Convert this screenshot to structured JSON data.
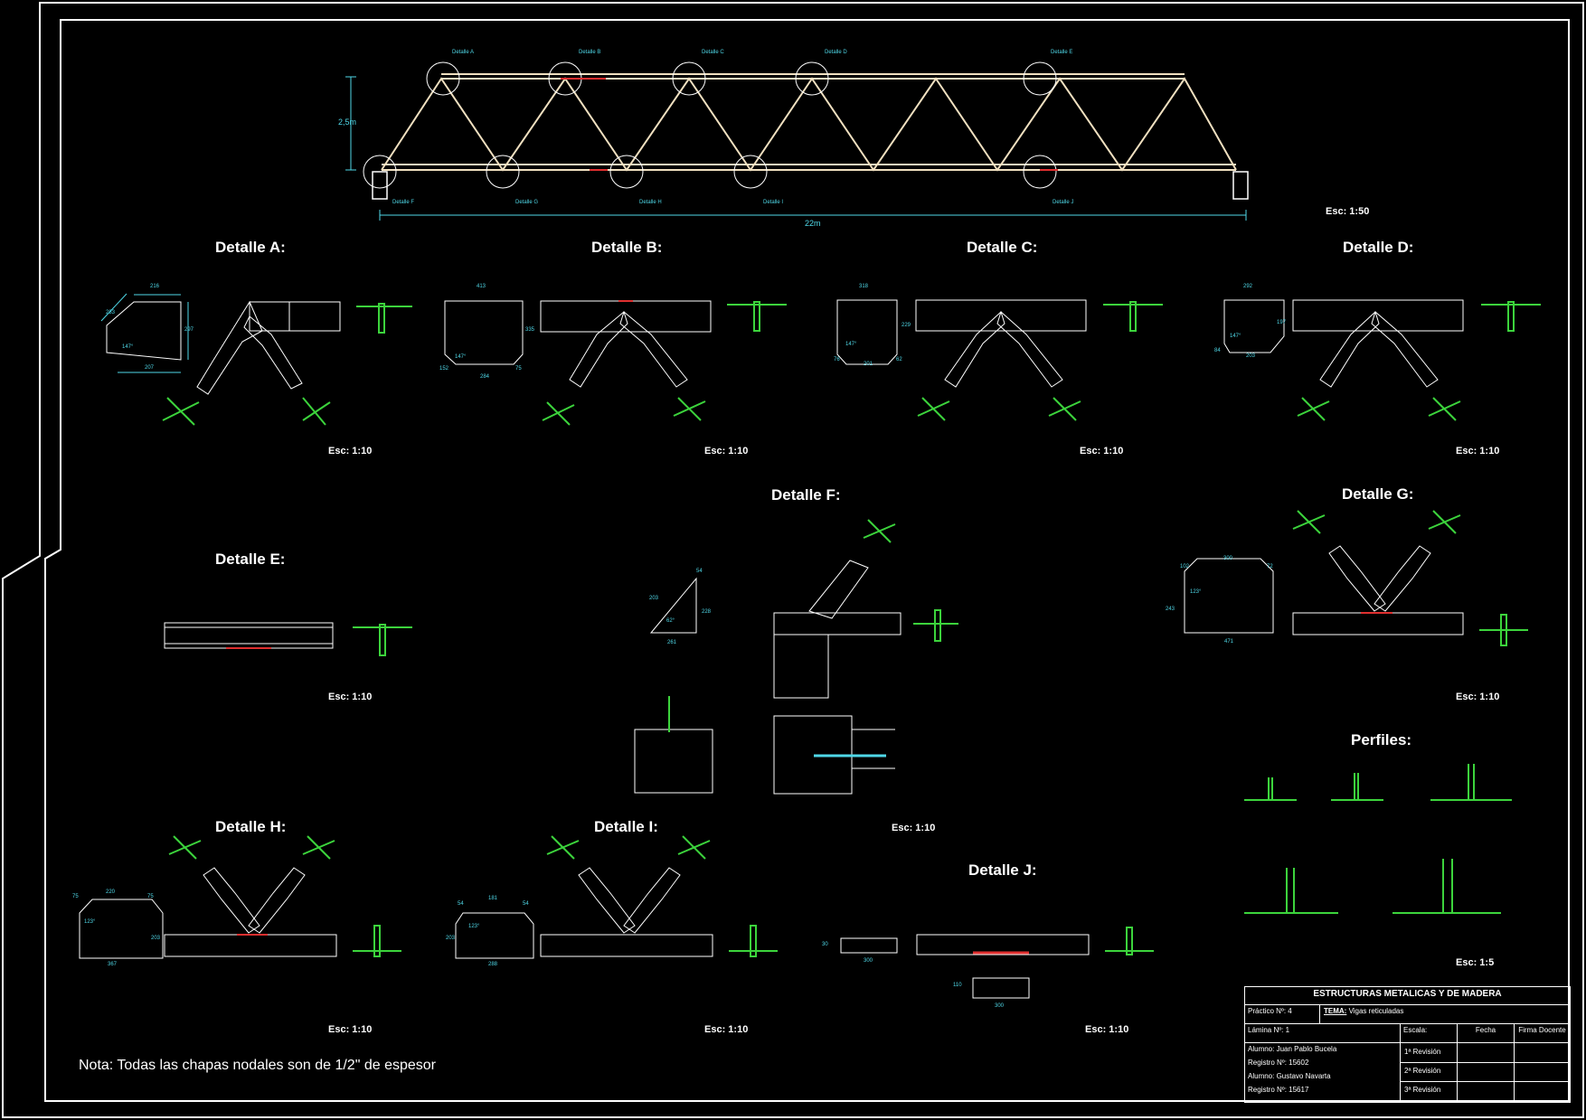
{
  "drawing": {
    "overview": {
      "scale": "Esc: 1:50",
      "span_label": "22m",
      "height_label": "2,5m",
      "detail_tags_top": [
        "Detalle A",
        "Detalle B",
        "Detalle C",
        "Detalle D",
        "Detalle E"
      ],
      "detail_tags_bottom": [
        "Detalle F",
        "Detalle G",
        "Detalle H",
        "Detalle I",
        "Detalle J"
      ]
    },
    "details": {
      "A": {
        "title": "Detalle A:",
        "scale": "Esc: 1:10"
      },
      "B": {
        "title": "Detalle B:",
        "scale": "Esc: 1:10"
      },
      "C": {
        "title": "Detalle C:",
        "scale": "Esc: 1:10"
      },
      "D": {
        "title": "Detalle D:",
        "scale": "Esc: 1:10"
      },
      "E": {
        "title": "Detalle E:",
        "scale": "Esc: 1:10"
      },
      "F": {
        "title": "Detalle F:",
        "scale": "Esc: 1:10"
      },
      "G": {
        "title": "Detalle G:",
        "scale": "Esc: 1:10"
      },
      "H": {
        "title": "Detalle H:",
        "scale": "Esc: 1:10"
      },
      "I": {
        "title": "Detalle I:",
        "scale": "Esc: 1:10"
      },
      "J": {
        "title": "Detalle J:",
        "scale": "Esc: 1:10"
      }
    },
    "perfiles": {
      "title": "Perfiles:",
      "scale": "Esc: 1:5"
    },
    "dims": {
      "A": [
        "216",
        "283",
        "297",
        "147°",
        "207"
      ],
      "B": [
        "413",
        "335",
        "147°",
        "152",
        "284",
        "75"
      ],
      "C": [
        "318",
        "229",
        "147°",
        "76",
        "201",
        "62"
      ],
      "D": [
        "292",
        "197",
        "147°",
        "84",
        "203"
      ],
      "F": [
        "54",
        "203",
        "62°",
        "228",
        "261"
      ],
      "G": [
        "300",
        "102",
        "123°",
        "72",
        "243",
        "471"
      ],
      "H": [
        "220",
        "75",
        "75",
        "123°",
        "203",
        "367"
      ],
      "I": [
        "181",
        "54",
        "54",
        "123°",
        "203",
        "288"
      ],
      "J": [
        "30",
        "300",
        "110",
        "300"
      ]
    },
    "note": "Nota: Todas las chapas nodales son de 1/2\" de espesor"
  },
  "title_block": {
    "course": "ESTRUCTURAS METALICAS Y DE MADERA",
    "practico": "Práctico Nº: 4",
    "tema_label": "TEMA:",
    "tema": "Vigas reticuladas",
    "lamina": "Lámina Nº: 1",
    "escala": "Escala:",
    "fecha": "Fecha",
    "firma": "Firma Docente",
    "alumno1": "Alumno: Juan Pablo Bucela",
    "registro1": "Registro Nº: 15602",
    "alumno2": "Alumno: Gustavo Navarta",
    "registro2": "Registro Nº: 15617",
    "rev1": "1ª Revisión",
    "rev2": "2ª Revisión",
    "rev3": "3ª Revisión"
  },
  "colors": {
    "background": "#000000",
    "line": "#ffffff",
    "dimension": "#4fd8e8",
    "section": "#3cd43c",
    "weld": "#e03030",
    "highlight": "#f0e0c0"
  }
}
